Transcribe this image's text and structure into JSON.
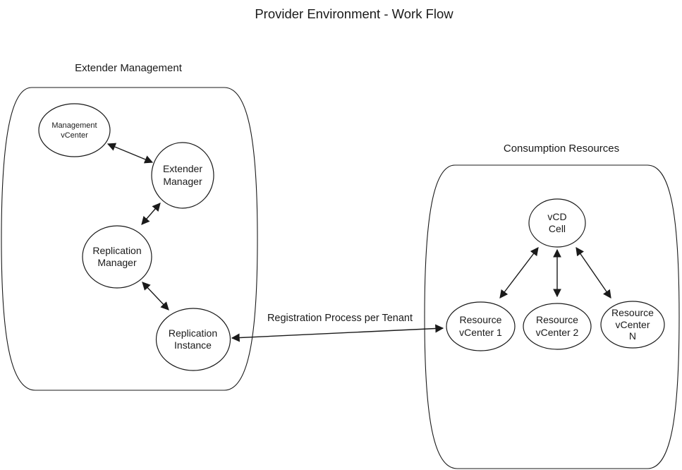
{
  "title": "Provider Environment - Work Flow",
  "groups": {
    "extender_management": {
      "label": "Extender Management"
    },
    "consumption_resources": {
      "label": "Consumption Resources"
    }
  },
  "nodes": {
    "management_vcenter": {
      "label": "Management\nvCenter"
    },
    "extender_manager": {
      "label": "Extender\nManager"
    },
    "replication_manager": {
      "label": "Replication\nManager"
    },
    "replication_instance": {
      "label": "Replication\nInstance"
    },
    "vcd_cell": {
      "label": "vCD\nCell"
    },
    "resource_vcenter_1": {
      "label": "Resource\nvCenter 1"
    },
    "resource_vcenter_2": {
      "label": "Resource\nvCenter 2"
    },
    "resource_vcenter_n": {
      "label": "Resource\nvCenter\nN"
    }
  },
  "edges": {
    "registration": {
      "label": "Registration Process per Tenant",
      "from": "Replication Instance",
      "to": "Resource vCenter 1",
      "bidirectional": true
    },
    "mgmt_vcenter_extender_manager": {
      "from": "Management vCenter",
      "to": "Extender Manager",
      "bidirectional": true
    },
    "extender_manager_replication_manager": {
      "from": "Extender Manager",
      "to": "Replication Manager",
      "bidirectional": true
    },
    "replication_manager_replication_instance": {
      "from": "Replication Manager",
      "to": "Replication Instance",
      "bidirectional": true
    },
    "vcd_cell_resource_vcenter_1": {
      "from": "vCD Cell",
      "to": "Resource vCenter 1",
      "bidirectional": true
    },
    "vcd_cell_resource_vcenter_2": {
      "from": "vCD Cell",
      "to": "Resource vCenter 2",
      "bidirectional": true
    },
    "vcd_cell_resource_vcenter_n": {
      "from": "vCD Cell",
      "to": "Resource vCenter N",
      "bidirectional": true
    }
  },
  "colors": {
    "stroke": "#1a1a1a",
    "background": "#ffffff",
    "text": "#1a1a1a"
  }
}
